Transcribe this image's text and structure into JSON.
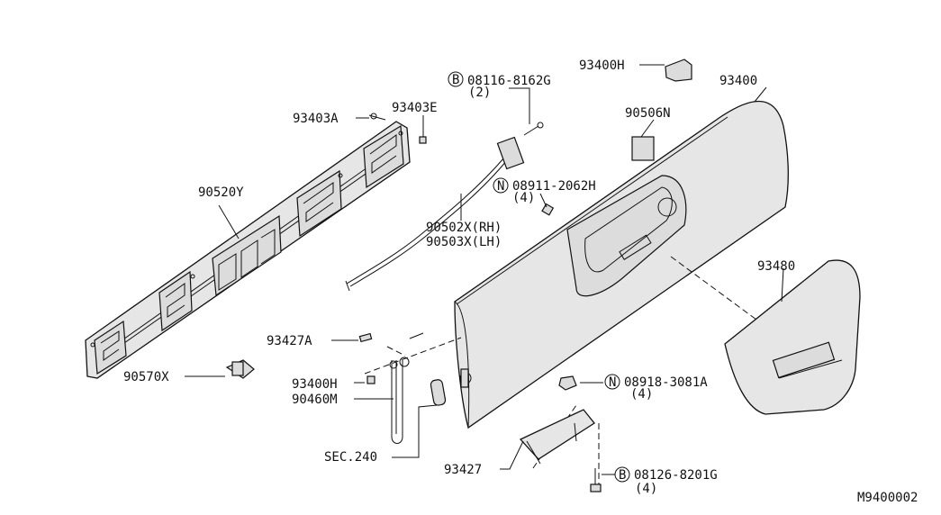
{
  "diagram": {
    "code": "M9400002",
    "labels": {
      "p93400H_top": "93400H",
      "p08116": "08116-8162G",
      "p08116_qty": "(2)",
      "p93400": "93400",
      "p93403A": "93403A",
      "p93403E": "93403E",
      "p90506N": "90506N",
      "p08911": "08911-2062H",
      "p08911_qty": "(4)",
      "p90520Y": "90520Y",
      "p90502X": "90502X(RH)",
      "p90503X": "90503X(LH)",
      "p93480": "93480",
      "p93427A": "93427A",
      "p90570X": "90570X",
      "p93400H_mid": "93400H",
      "p90460M": "90460M",
      "p08918": "08918-3081A",
      "p08918_qty": "(4)",
      "sec240": "SEC.240",
      "p93427": "93427",
      "p08126": "08126-8201G",
      "p08126_qty": "(4)"
    },
    "markers": {
      "bolt_B": "B",
      "nut_N": "N"
    }
  }
}
